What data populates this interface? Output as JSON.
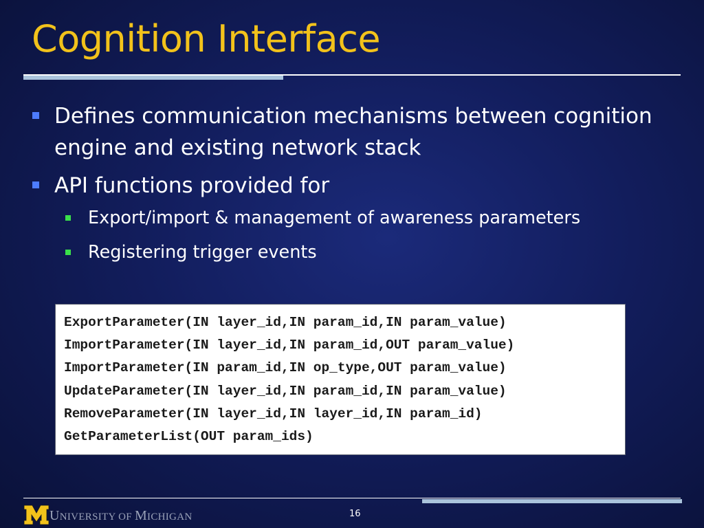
{
  "slide": {
    "title": "Cognition Interface",
    "bullets": [
      {
        "text": "Defines communication mechanisms between cognition engine and existing network stack",
        "sub": []
      },
      {
        "text": "API functions provided for",
        "sub": [
          "Export/import & management of awareness parameters",
          "Registering trigger events"
        ]
      }
    ],
    "code_lines": [
      "ExportParameter(IN layer_id,IN param_id,IN param_value)",
      "ImportParameter(IN layer_id,IN param_id,OUT param_value)",
      "ImportParameter(IN param_id,IN op_type,OUT param_value)",
      "UpdateParameter(IN layer_id,IN param_id,IN param_value)",
      "RemoveParameter(IN layer_id,IN layer_id,IN param_id)",
      "GetParameterList(OUT param_ids)"
    ]
  },
  "footer": {
    "univ_parts": [
      "U",
      "NIVERSITY OF ",
      "M",
      "ICHIGAN"
    ],
    "logo_letter": "M",
    "page_number": "16"
  },
  "colors": {
    "title": "#f2c21b",
    "bullet_l1": "#4d7cff",
    "bullet_l2": "#3ae04a",
    "accent_rule": "#aac4dc",
    "logo_maize": "#f2c21b"
  }
}
